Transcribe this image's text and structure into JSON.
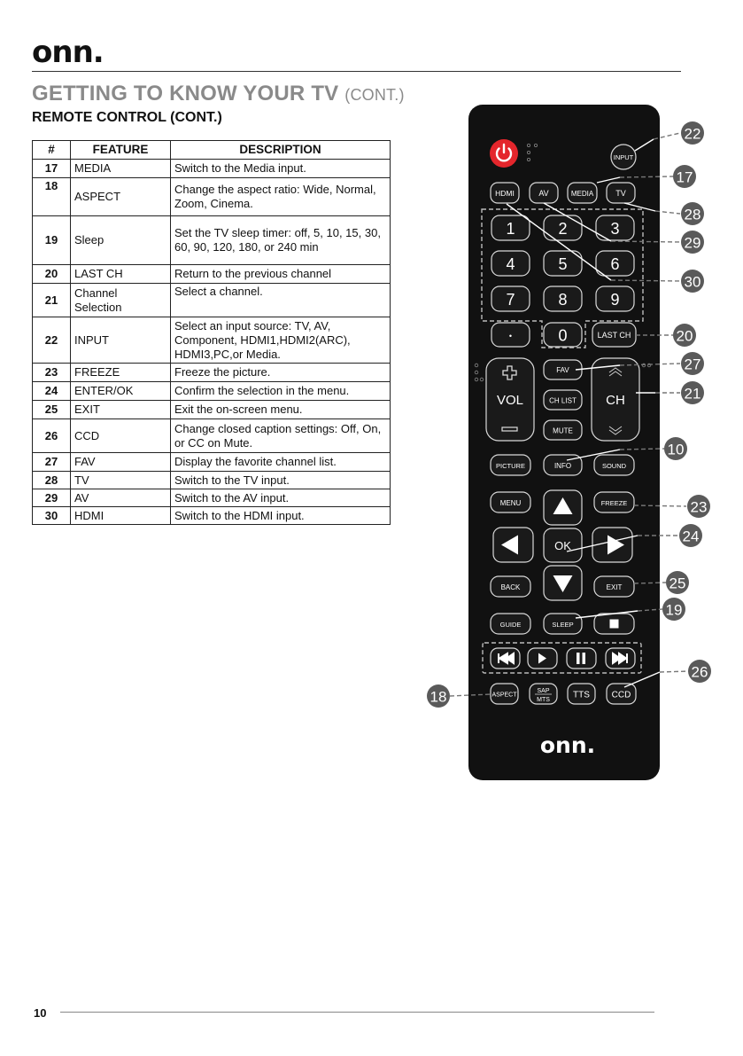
{
  "brand": {
    "logo_text": "onn."
  },
  "header": {
    "title": "GETTING TO KNOW YOUR TV",
    "title_suffix": "(CONT.)",
    "subtitle": "REMOTE CONTROL (CONT.)"
  },
  "table": {
    "headers": [
      "#",
      "FEATURE",
      "DESCRIPTION"
    ],
    "rows": [
      {
        "num": "17",
        "feature": "MEDIA",
        "description": "Switch to the Media input."
      },
      {
        "num": "18",
        "feature": "ASPECT",
        "description": "Change the aspect ratio: Wide, Normal, Zoom, Cinema."
      },
      {
        "num": "19",
        "feature": "Sleep",
        "description": "Set the TV sleep timer: off, 5, 10, 15, 30, 60, 90, 120, 180, or 240 min"
      },
      {
        "num": "20",
        "feature": "LAST CH",
        "description": "Return to the previous channel"
      },
      {
        "num": "21",
        "feature": "Channel Selection",
        "description": "Select a channel."
      },
      {
        "num": "22",
        "feature": "INPUT",
        "description": "Select an input source: TV, AV, Component, HDMI1,HDMI2(ARC), HDMI3,PC,or Media."
      },
      {
        "num": "23",
        "feature": "FREEZE",
        "description": "Freeze the picture."
      },
      {
        "num": "24",
        "feature": "ENTER/OK",
        "description": "Confirm the selection in the menu."
      },
      {
        "num": "25",
        "feature": "EXIT",
        "description": "Exit the on-screen menu."
      },
      {
        "num": "26",
        "feature": "CCD",
        "description": "Change closed caption settings: Off, On, or CC on Mute."
      },
      {
        "num": "27",
        "feature": "FAV",
        "description": "Display the favorite channel list."
      },
      {
        "num": "28",
        "feature": "TV",
        "description": "Switch to the TV input."
      },
      {
        "num": "29",
        "feature": "AV",
        "description": "Switch to the AV input."
      },
      {
        "num": "30",
        "feature": "HDMI",
        "description": "Switch to the HDMI input."
      }
    ]
  },
  "remote": {
    "buttons": {
      "input": "INPUT",
      "hdmi": "HDMI",
      "av": "AV",
      "media": "MEDIA",
      "tv": "TV",
      "digits": [
        "1",
        "2",
        "3",
        "4",
        "5",
        "6",
        "7",
        "8",
        "9"
      ],
      "dot": "•",
      "zero": "0",
      "last_ch": "LAST CH",
      "fav": "FAV",
      "ch_list": "CH LIST",
      "mute": "MUTE",
      "vol": "VOL",
      "ch": "CH",
      "picture": "PICTURE",
      "info": "INFO",
      "sound": "SOUND",
      "menu": "MENU",
      "freeze": "FREEZE",
      "ok": "OK",
      "back": "BACK",
      "exit": "EXIT",
      "guide": "GUIDE",
      "sleep": "SLEEP",
      "aspect": "ASPECT",
      "sap": "SAP",
      "mts": "MTS",
      "tts": "TTS",
      "ccd": "CCD",
      "logo": "onn."
    },
    "callouts": [
      "22",
      "17",
      "28",
      "29",
      "30",
      "20",
      "27",
      "21",
      "10",
      "23",
      "24",
      "25",
      "19",
      "26",
      "18"
    ]
  },
  "footer": {
    "page_number": "10"
  },
  "colors": {
    "power": "#e4262c",
    "remote_body": "#111111",
    "title_gray": "#8a8a8a",
    "callout": "#5a5a5a"
  }
}
